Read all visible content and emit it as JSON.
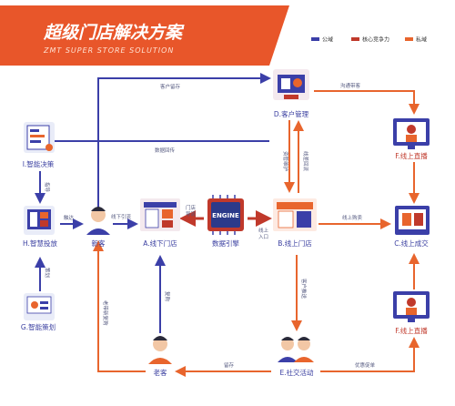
{
  "header": {
    "title": "超级门店解决方案",
    "subtitle": "ZMT SUPER STORE SOLUTION"
  },
  "legend": [
    {
      "label": "公域",
      "color": "#3b3fa8"
    },
    {
      "label": "核心竞争力",
      "color": "#c0392b"
    },
    {
      "label": "私域",
      "color": "#e8652d"
    }
  ],
  "nodes": {
    "customer_manage": "D.客户管理",
    "live_top": "F.线上直播",
    "smart_decision": "I.智能决策",
    "smart_delivery": "H.智慧投放",
    "new_customer": "新客",
    "offline_store": "A.线下门店",
    "engine": "数据引擎",
    "engine_chip": "ENGINE",
    "online_store": "B.线上门店",
    "online_deal": "C.线上成交",
    "smart_plan": "G.智能策划",
    "live_bottom": "F.线上直播",
    "old_customer": "老客",
    "social": "E.社交活动"
  },
  "edges": {
    "customer_keep": "客户留存",
    "ditch_store": "沟通带客",
    "data_return": "数据回传",
    "manage_maintain": "资管维护",
    "online_back": "线差回流",
    "guide": "指导",
    "deliver": "触达",
    "offline_guide": "线下引流",
    "store_flow_1": "门店",
    "store_flow_2": "导流",
    "online_entry_1": "线上",
    "online_entry_2": "入口",
    "online_buy": "线上购卖",
    "plan": "策划",
    "repurchase": "复购",
    "old_to_new": "老带新复购",
    "customer_push": "客户推送",
    "offer": "优惠促单",
    "retain": "留存"
  }
}
